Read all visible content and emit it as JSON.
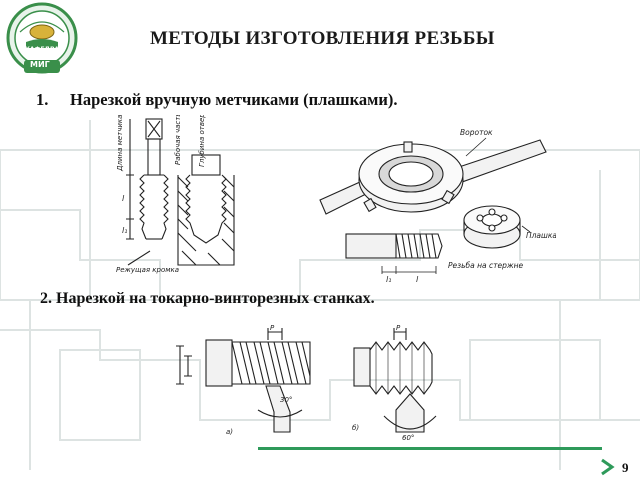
{
  "header": {
    "title": "МЕТОДЫ ИЗГОТОВЛЕНИЯ РЕЗЬБЫ",
    "logo_text_top": "КАФЕДРА",
    "logo_text_bottom": "МИГ"
  },
  "items": [
    {
      "number": "1.",
      "text": "Нарезкой вручную метчиками (плашками)."
    },
    {
      "number": "2.",
      "text": "Нарезкой на токарно-винторезных станках."
    }
  ],
  "figure1_labels": {
    "tap_length": "Длина метчика",
    "tap_work": "Рабочая часть",
    "hole_under_thread": "Глубина отверстия",
    "part_left": "l₁",
    "part_right": "l",
    "cutting_part": "Режущая кромка"
  },
  "figure2_labels": {
    "handle": "Вороток",
    "die": "Плашка",
    "thread_on_rod": "Резьба на стержне",
    "dim_l1": "l₁",
    "dim_l": "l"
  },
  "figure3_labels": {
    "pitch_a": "P",
    "angle_a": "30°",
    "caption_a": "а)",
    "pitch_b": "P",
    "angle_b": "60°",
    "caption_b": "б)"
  },
  "footer": {
    "page_number": "9"
  },
  "colors": {
    "accent_green": "#2e9a5a",
    "logo_ring": "#3a8f4a",
    "logo_gold": "#d8b23a"
  }
}
